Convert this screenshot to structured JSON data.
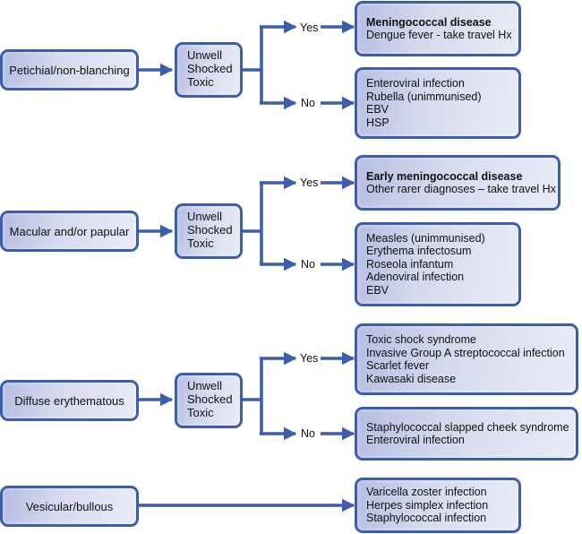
{
  "accent_color": "#3b5fae",
  "rows": [
    {
      "source": "Petichial/non-blanching",
      "assessment": [
        "Unwell",
        "Shocked",
        "Toxic"
      ],
      "yes_label": "Yes",
      "no_label": "No",
      "yes_outcomes": [
        {
          "text": "Meningococcal disease",
          "bold": true
        },
        {
          "text": "Dengue fever - take travel Hx",
          "bold": false
        }
      ],
      "no_outcomes": [
        {
          "text": "Enteroviral infection",
          "bold": false
        },
        {
          "text": "Rubella (unimmunised)",
          "bold": false
        },
        {
          "text": "EBV",
          "bold": false
        },
        {
          "text": "HSP",
          "bold": false
        }
      ]
    },
    {
      "source": "Macular and/or papular",
      "assessment": [
        "Unwell",
        "Shocked",
        "Toxic"
      ],
      "yes_label": "Yes",
      "no_label": "No",
      "yes_outcomes": [
        {
          "text": "Early meningococcal disease",
          "bold": true
        },
        {
          "text": "Other rarer diagnoses – take travel Hx",
          "bold": false
        }
      ],
      "no_outcomes": [
        {
          "text": "Measles  (unimmunised)",
          "bold": false
        },
        {
          "text": "Erythema infectosum",
          "bold": false
        },
        {
          "text": "Roseola infantum",
          "bold": false
        },
        {
          "text": "Adenoviral infection",
          "bold": false
        },
        {
          "text": "EBV",
          "bold": false
        }
      ]
    },
    {
      "source": "Diffuse erythematous",
      "assessment": [
        "Unwell",
        "Shocked",
        "Toxic"
      ],
      "yes_label": "Yes",
      "no_label": "No",
      "yes_outcomes": [
        {
          "text": "Toxic shock syndrome",
          "bold": false
        },
        {
          "text": "Invasive Group A streptococcal infection",
          "bold": false
        },
        {
          "text": "Scarlet fever",
          "bold": false
        },
        {
          "text": "Kawasaki disease",
          "bold": false
        }
      ],
      "no_outcomes": [
        {
          "text": "Staphylococcal slapped cheek syndrome",
          "bold": false
        },
        {
          "text": "Enteroviral infection",
          "bold": false
        }
      ]
    },
    {
      "source": "Vesicular/bullous",
      "outcomes": [
        {
          "text": "Varicella zoster infection",
          "bold": false
        },
        {
          "text": "Herpes simplex infection",
          "bold": false
        },
        {
          "text": "Staphylococcal infection",
          "bold": false
        }
      ]
    }
  ]
}
